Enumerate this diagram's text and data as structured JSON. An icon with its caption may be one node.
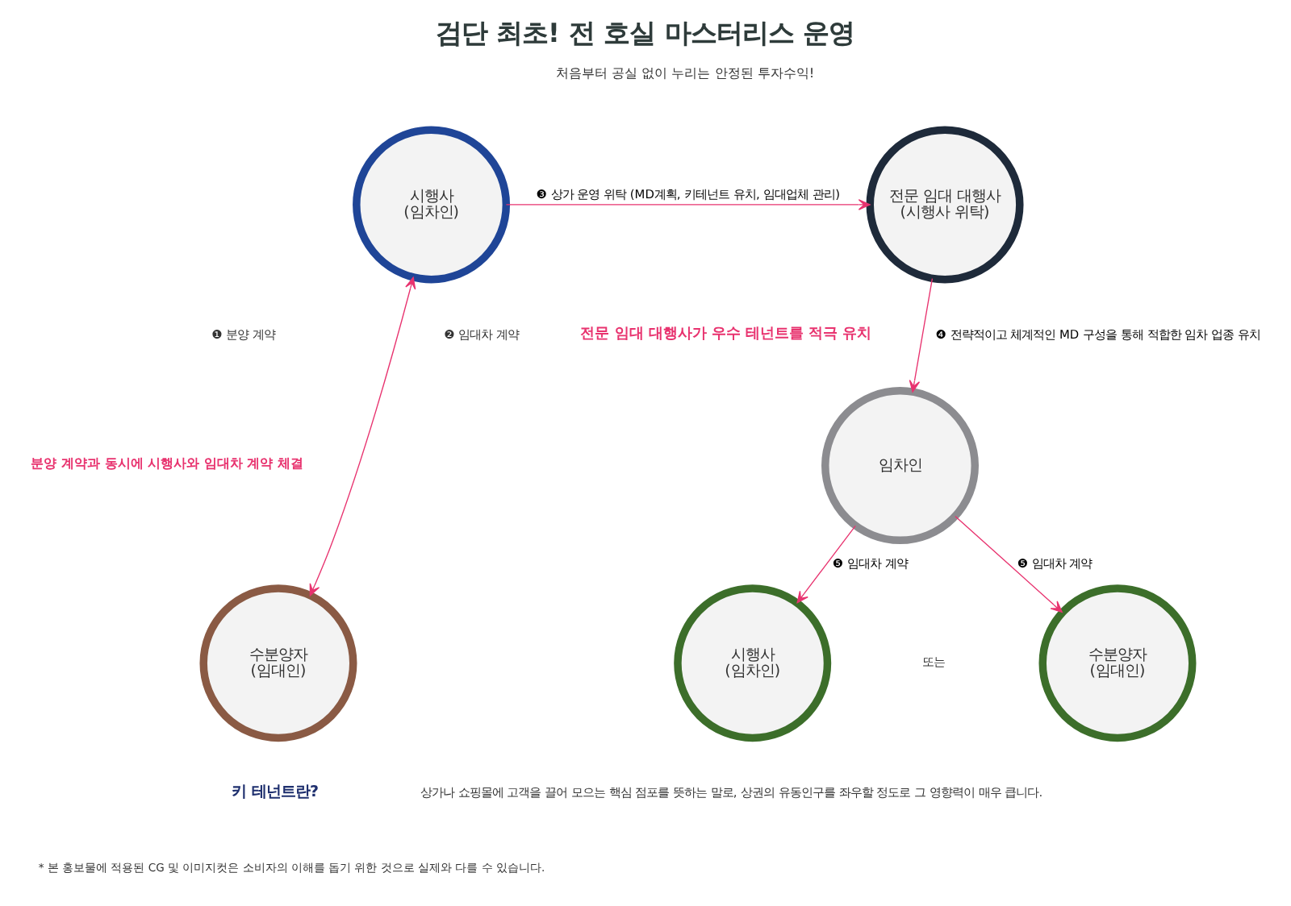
{
  "diagram": {
    "title": "검단 최초! 전 호실 마스터리스 운영",
    "nodes": [
      {
        "text": [
          "시행사",
          "(임차인)"
        ]
      },
      {
        "text": [
          "수분양자",
          "(임대인)"
        ]
      },
      {
        "text": [
          "전문 임대 대행사",
          "(시행사 위탁)"
        ]
      },
      {
        "text": [
          "임차인"
        ]
      },
      {
        "text": [
          "시행사",
          "(임차인)"
        ]
      },
      {
        "text": [
          "수분양자",
          "(임대인)"
        ]
      }
    ],
    "edges": [
      {
        "from": 0,
        "to": 1,
        "arrow": "both",
        "color": "#e8336f"
      },
      {
        "from": 0,
        "to": 2,
        "arrow": "to",
        "label": "❸ 상가 운영 위탁 (MD계획, 키테넌트 유치, 임대업체 관리)",
        "color": "#e8336f"
      },
      {
        "from": 2,
        "to": 3,
        "arrow": "to",
        "label": "❹ 전략적이고 체계적인 MD 구성을 통해 적합한 임차 업종 유치",
        "color": "#e8336f"
      },
      {
        "from": 3,
        "to": 4,
        "arrow": "to",
        "label": "❺ 임대차 계약",
        "color": "#e8336f"
      },
      {
        "from": 3,
        "to": 5,
        "arrow": "to",
        "label": "❺ 임대차 계약",
        "color": "#e8336f"
      }
    ],
    "labels": [
      "처음부터 공실 없이 누리는 안정된 투자수익!",
      "전문 임대 대행사가 우수 테넌트를 적극 유치",
      "❶ 분양 계약",
      "❷ 임대차 계약",
      "분양 계약과 동시에 시행사와 임대차 계약 체결",
      "또는",
      "키 테넌트란?",
      "상가나 쇼핑몰에 고객을 끌어 모으는 핵심 점포를 뜻하는 말로, 상권의 유동인구를 좌우할 정도로 그 영향력이 매우 큽니다.",
      "* 본 홍보물에 적용된 CG 및 이미지컷은 소비자의 이해를 돕기 위한 것으로 실제와 다를 수 있습니다."
    ]
  }
}
